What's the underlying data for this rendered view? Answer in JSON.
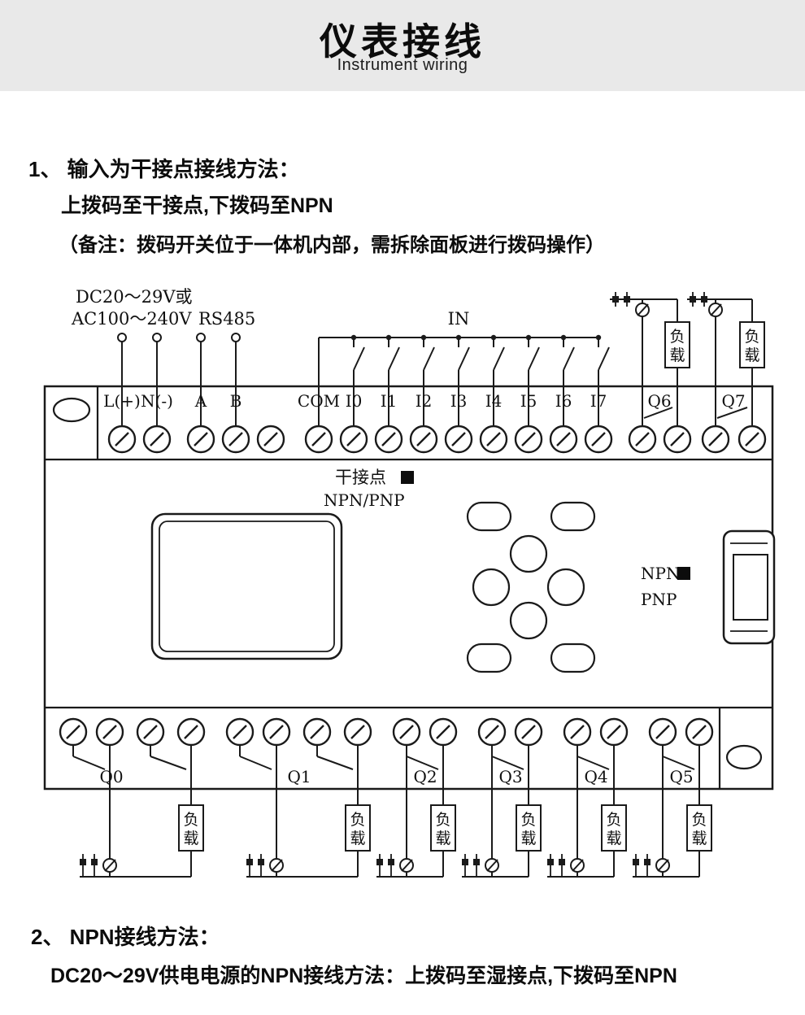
{
  "header": {
    "title": "仪表接线",
    "subtitle": "Instrument wiring"
  },
  "sections": {
    "s1_heading": "1、 输入为干接点接线方法：",
    "s1_line1": "上拨码至干接点,下拨码至NPN",
    "s1_note": "（备注：拨码开关位于一体机内部，需拆除面板进行拨码操作）",
    "s2_heading": "2、 NPN接线方法：",
    "s2_line1": "DC20～29V供电电源的NPN接线方法：上拨码至湿接点,下拨码至NPN"
  },
  "diagram": {
    "power_line1": "DC20～29V或",
    "power_line2": "AC100～240V",
    "rs485": "RS485",
    "in": "IN",
    "top_terminals": [
      "L(+)",
      "N(-)",
      "A",
      "B",
      "COM",
      "I0",
      "I1",
      "I2",
      "I3",
      "I4",
      "I5",
      "I6",
      "I7",
      "Q6",
      "Q7"
    ],
    "dry_contact": "干接点",
    "npn_pnp": "NPN/PNP",
    "npn": "NPN",
    "pnp": "PNP",
    "load": "负载",
    "outputs": [
      "Q0",
      "Q1",
      "Q2",
      "Q3",
      "Q4",
      "Q5"
    ]
  }
}
